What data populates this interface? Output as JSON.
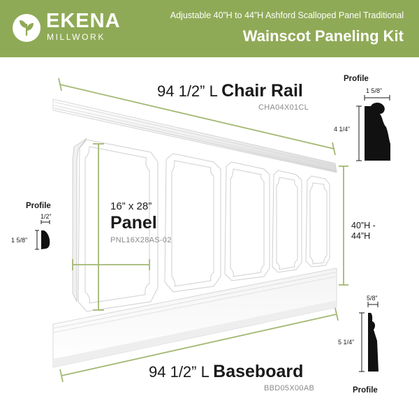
{
  "brand": {
    "name": "EKENA",
    "subname": "MILLWORK"
  },
  "header": {
    "subtitle": "Adjustable 40”H to 44”H Ashford Scalloped Panel Traditional",
    "title": "Wainscot Paneling Kit"
  },
  "chair_rail": {
    "length": "94 1/2” L",
    "name": "Chair Rail",
    "code": "CHA04X01CL",
    "profile_title": "Profile",
    "profile_width": "1 5/8”",
    "profile_height": "4 1/4”"
  },
  "panel": {
    "size": "16” x 28”",
    "name": "Panel",
    "code": "PNL16X28AS-02",
    "profile_title": "Profile",
    "profile_width": "1/2”",
    "profile_height": "1 5/8”"
  },
  "height_range": {
    "line1": "40”H -",
    "line2": "44”H"
  },
  "baseboard": {
    "length": "94 1/2” L",
    "name": "Baseboard",
    "code": "BBD05X00AB",
    "profile_title": "Profile",
    "profile_width": "5/8”",
    "profile_height": "5 1/4”"
  },
  "colors": {
    "header_bg": "#8faa56",
    "dimension_lines": "#a3b873"
  }
}
